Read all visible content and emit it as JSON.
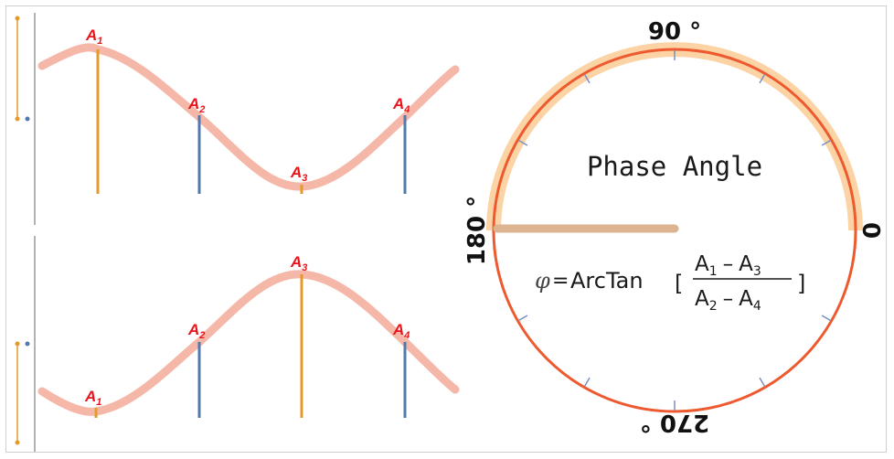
{
  "colors": {
    "wave": "#f5b8a8",
    "orange_bar": "#e39a28",
    "blue_bar": "#5079ad",
    "circle_outer": "#fbd3a4",
    "circle_line": "#ee5a2f",
    "hand": "#dcb48f",
    "tick": "#7a8fc0",
    "label_red": "#e8141c"
  },
  "top_wave": {
    "labels": {
      "a1": {
        "base": "A",
        "sub": "1"
      },
      "a2": {
        "base": "A",
        "sub": "2"
      },
      "a3": {
        "base": "A",
        "sub": "3"
      },
      "a4": {
        "base": "A",
        "sub": "4"
      }
    }
  },
  "bottom_wave": {
    "labels": {
      "a1": {
        "base": "A",
        "sub": "1"
      },
      "a2": {
        "base": "A",
        "sub": "2"
      },
      "a3": {
        "base": "A",
        "sub": "3"
      },
      "a4": {
        "base": "A",
        "sub": "4"
      }
    }
  },
  "dial": {
    "title": "Phase Angle",
    "angle_labels": {
      "top": "90 °",
      "left": "180 °",
      "right": "0",
      "bottom": "270 °"
    },
    "formula": {
      "symbol": "φ",
      "equals": "=",
      "func": "ArcTan",
      "open": "[",
      "close": "]",
      "numerator": {
        "a": "A",
        "a_sub": "1",
        "minus": "–",
        "b": "A",
        "b_sub": "3"
      },
      "denominator": {
        "a": "A",
        "a_sub": "2",
        "minus": "–",
        "b": "A",
        "b_sub": "4"
      }
    }
  }
}
